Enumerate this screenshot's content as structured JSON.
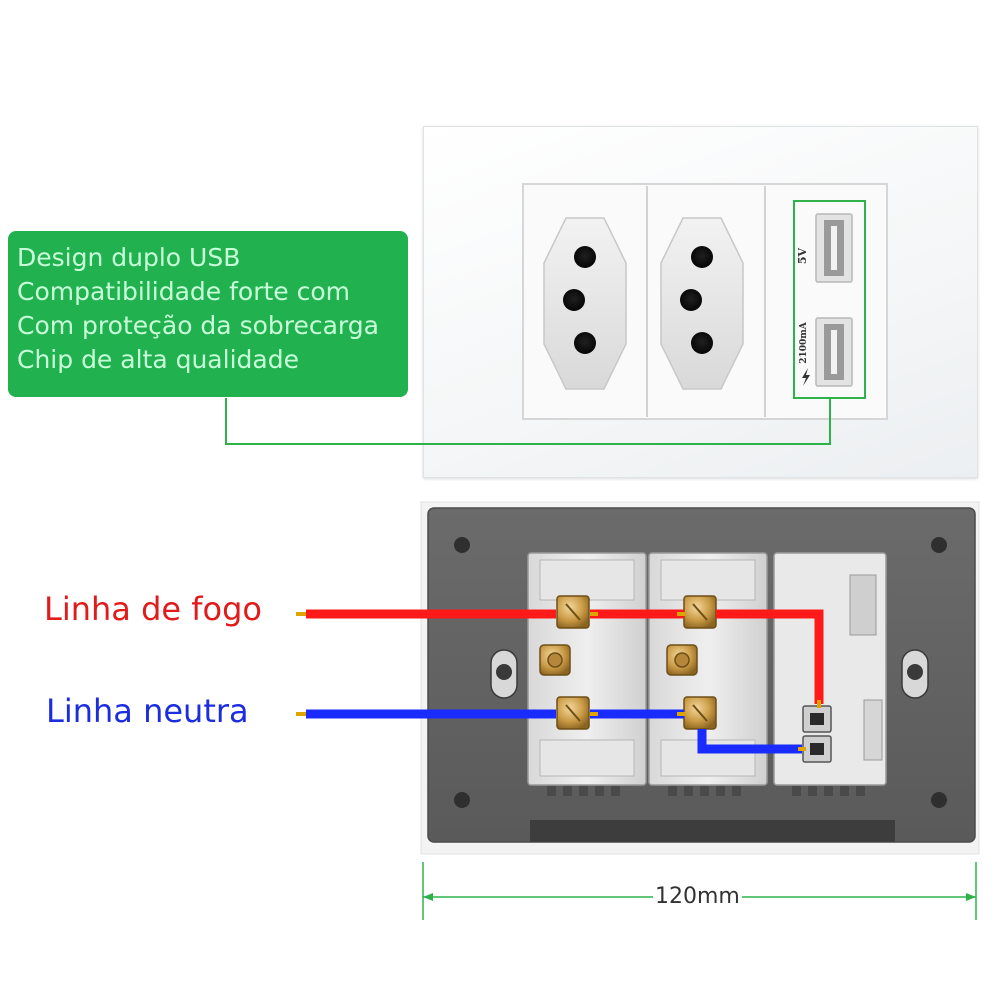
{
  "features": {
    "line1": "Design duplo USB",
    "line2": "Compatibilidade forte com",
    "line3": "Com proteção da sobrecarga",
    "line4": "Chip de alta qualidade"
  },
  "wires": {
    "live_label": "Linha de fogo",
    "neutral_label": "Linha neutra"
  },
  "usb_module": {
    "voltage": "5V",
    "current": "2100mA"
  },
  "dimension": {
    "width_label": "120mm"
  },
  "colors": {
    "feature_box": "#21b14e",
    "feature_text": "#c8ffd9",
    "live_wire": "#ff1a1a",
    "neutral_wire": "#1a2bff",
    "live_text": "#e11b1b",
    "neutral_text": "#1c2de0",
    "leader_line": "#2db34a"
  }
}
